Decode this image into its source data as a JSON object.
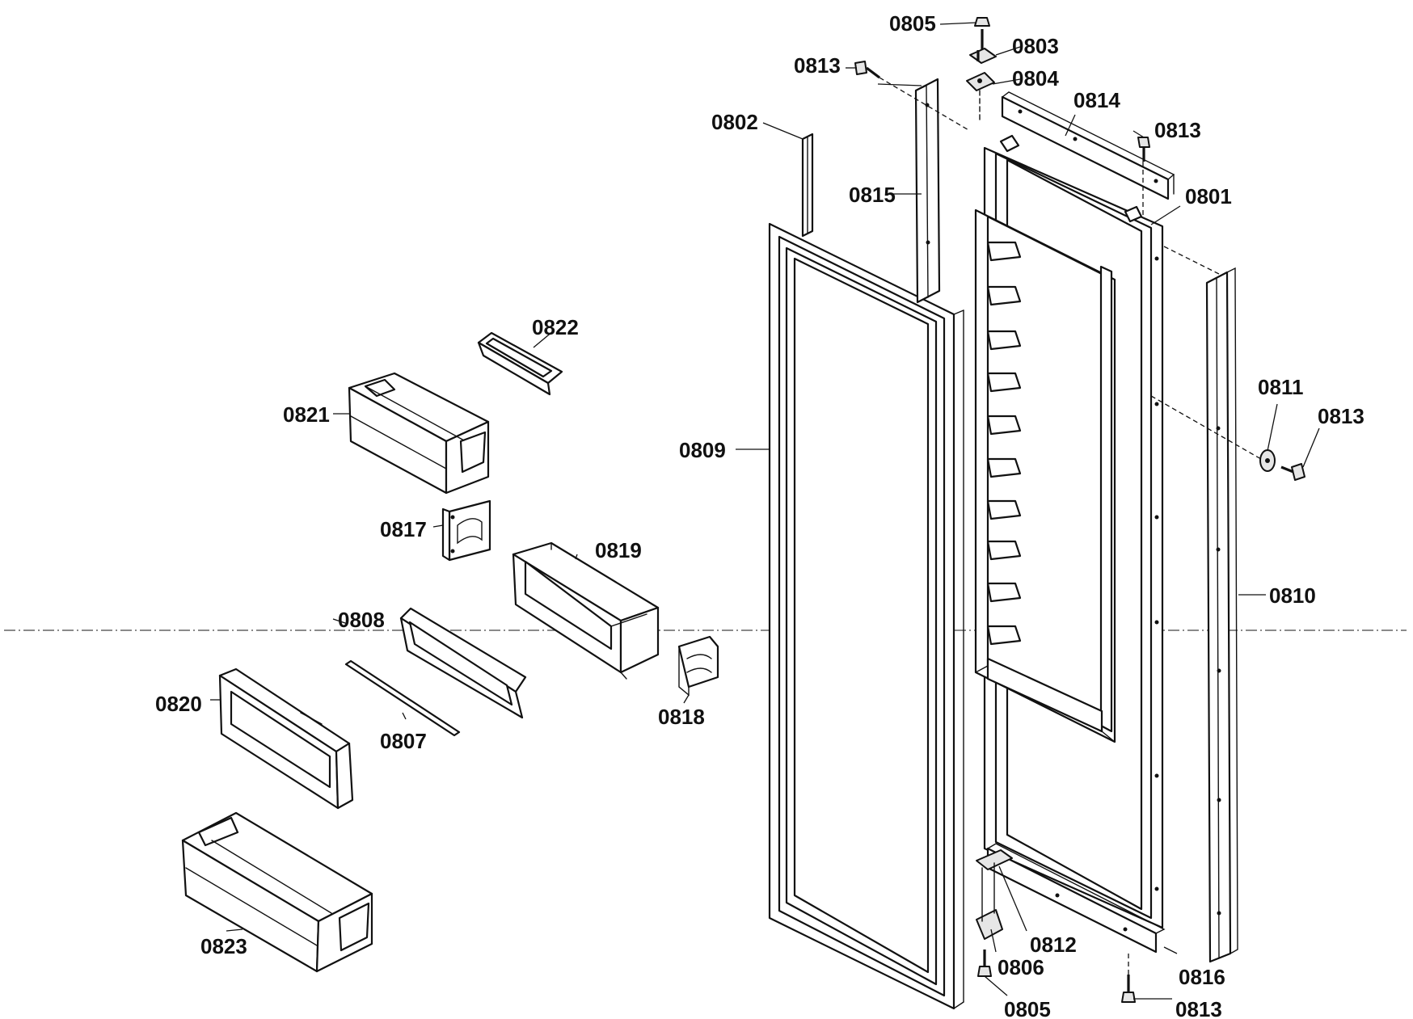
{
  "callouts": {
    "c0801": "0801",
    "c0802": "0802",
    "c0803": "0803",
    "c0804": "0804",
    "c0805_top": "0805",
    "c0805_bottom": "0805",
    "c0806": "0806",
    "c0807": "0807",
    "c0808": "0808",
    "c0809": "0809",
    "c0810": "0810",
    "c0811": "0811",
    "c0812": "0812",
    "c0813_top_left": "0813",
    "c0813_top_right": "0813",
    "c0813_right": "0813",
    "c0813_bottom": "0813",
    "c0814": "0814",
    "c0815": "0815",
    "c0816": "0816",
    "c0817": "0817",
    "c0818": "0818",
    "c0819": "0819",
    "c0820": "0820",
    "c0821": "0821",
    "c0822": "0822",
    "c0823": "0823"
  }
}
